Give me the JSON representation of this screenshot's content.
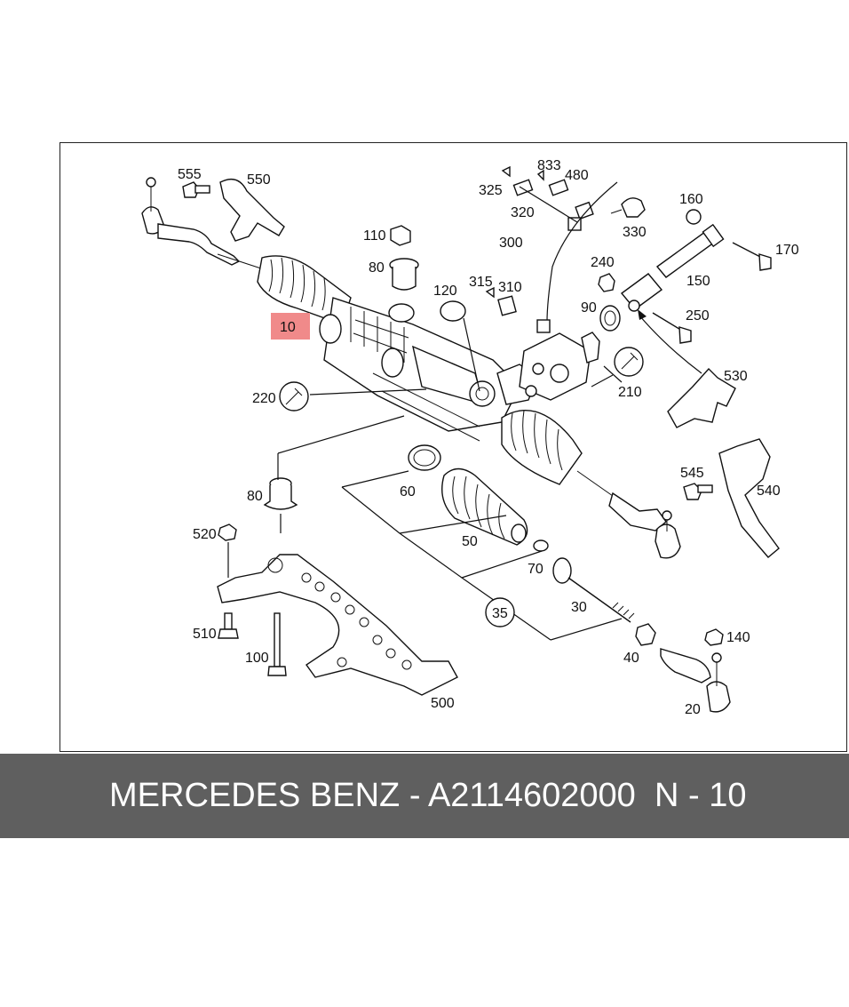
{
  "diagram": {
    "highlight_color": "#f08a8a",
    "highlighted_label": "10",
    "labels": [
      "555",
      "550",
      "110",
      "80",
      "325",
      "833",
      "480",
      "320",
      "330",
      "160",
      "170",
      "300",
      "240",
      "150",
      "315",
      "310",
      "120",
      "90",
      "250",
      "220",
      "210",
      "530",
      "545",
      "540",
      "80",
      "60",
      "50",
      "520",
      "70",
      "30",
      "35",
      "510",
      "100",
      "140",
      "40",
      "500",
      "20"
    ]
  },
  "footer": {
    "title": "MERCEDES BENZ - A2114602000",
    "position": "N - 10",
    "background": "#5f5f5f"
  }
}
